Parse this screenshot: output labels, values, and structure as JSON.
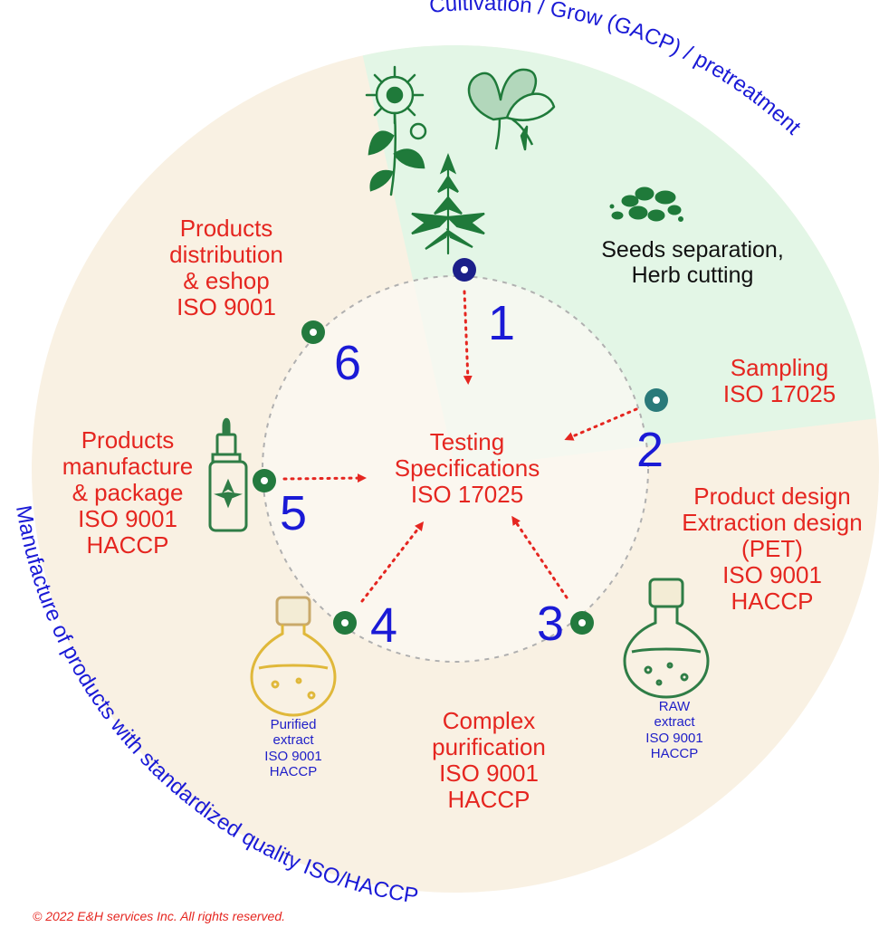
{
  "colors": {
    "sector_cream": "#f9f1e3",
    "sector_green": "#e3f6e6",
    "accent_red": "#e52620",
    "accent_blue": "#1a1ad6",
    "node_green": "#237a3e",
    "node_navy": "#1b1f8a",
    "node_teal": "#2a7a7a"
  },
  "curved_texts": {
    "top": "Cultivation / Grow (GACP) / pretreatment",
    "bottom_left": "Manufacture of products with standardized quality ISO/HACCP"
  },
  "center": {
    "lines": [
      "Testing",
      "Specifications",
      "ISO 17025"
    ]
  },
  "seeds_label": {
    "lines": [
      "Seeds separation,",
      "Herb cutting"
    ]
  },
  "steps": [
    {
      "number": "1",
      "lines": []
    },
    {
      "number": "2",
      "lines": [
        "Sampling",
        "ISO 17025"
      ]
    },
    {
      "number": "3",
      "lines": [
        "Product design",
        "Extraction design",
        "(PET)",
        "ISO 9001",
        "HACCP"
      ]
    },
    {
      "number": "4",
      "lines": [
        "Complex",
        "purification",
        "ISO 9001",
        "HACCP"
      ]
    },
    {
      "number": "5",
      "lines": [
        "Products",
        "manufacture",
        "& package",
        "ISO 9001",
        "HACCP"
      ]
    },
    {
      "number": "6",
      "lines": [
        "Products",
        "distribution",
        "& eshop",
        "ISO 9001"
      ]
    }
  ],
  "flask_labels": {
    "raw": [
      "RAW",
      "extract",
      "ISO 9001",
      "HACCP"
    ],
    "purified": [
      "Purified",
      "extract",
      "ISO 9001",
      "HACCP"
    ]
  },
  "icons": [
    "calendula-plant-icon",
    "ginkgo-leaf-icon",
    "hemp-plant-icon",
    "seeds-icon",
    "raw-extract-flask-icon",
    "purified-extract-flask-icon",
    "dropper-bottle-icon"
  ],
  "copyright": "© 2022 E&H services Inc. All rights reserved."
}
